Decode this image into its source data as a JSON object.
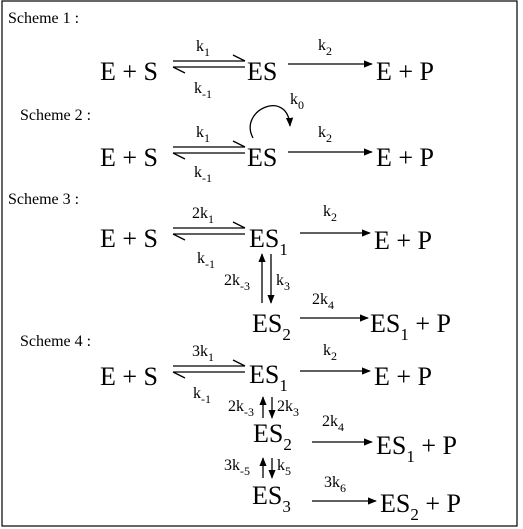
{
  "schemes": [
    {
      "label": "Scheme 1 :",
      "lhs": "E + S",
      "intermediate": "ES",
      "product": "E + P",
      "k_fwd": "k",
      "k_fwd_sub": "1",
      "k_rev": "k",
      "k_rev_sub": "-1",
      "k_cat": "k",
      "k_cat_sub": "2"
    },
    {
      "label": "Scheme 2 :",
      "lhs": "E + S",
      "intermediate": "ES",
      "product": "E + P",
      "k_fwd": "k",
      "k_fwd_sub": "1",
      "k_rev": "k",
      "k_rev_sub": "-1",
      "k_cat": "k",
      "k_cat_sub": "2",
      "k_loop": "k",
      "k_loop_sub": "0"
    },
    {
      "label": "Scheme 3 :",
      "lhs": "E + S",
      "es1": "ES",
      "es1_sub": "1",
      "product": "E + P",
      "k_fwd": "2k",
      "k_fwd_sub": "1",
      "k_rev": "k",
      "k_rev_sub": "-1",
      "k_cat": "k",
      "k_cat_sub": "2",
      "k_down": "k",
      "k_down_sub": "3",
      "k_up": "2k",
      "k_up_sub": "-3",
      "es2": "ES",
      "es2_sub": "2",
      "es2_product_main": "ES",
      "es2_product_sub": "1",
      "es2_product_tail": " + P",
      "k_es2": "2k",
      "k_es2_sub": "4"
    },
    {
      "label": "Scheme 4 :",
      "lhs": "E + S",
      "es1": "ES",
      "es1_sub": "1",
      "product": "E + P",
      "k_fwd": "3k",
      "k_fwd_sub": "1",
      "k_rev": "k",
      "k_rev_sub": "-1",
      "k_cat": "k",
      "k_cat_sub": "2",
      "k_down12": "2k",
      "k_down12_sub": "3",
      "k_up12": "2k",
      "k_up12_sub": "-3",
      "es2": "ES",
      "es2_sub": "2",
      "es2_product_main": "ES",
      "es2_product_sub": "1",
      "es2_product_tail": " + P",
      "k_es2": "2k",
      "k_es2_sub": "4",
      "k_down23": "k",
      "k_down23_sub": "5",
      "k_up23": "3k",
      "k_up23_sub": "-5",
      "es3": "ES",
      "es3_sub": "3",
      "es3_product_main": "ES",
      "es3_product_sub": "2",
      "es3_product_tail": " + P",
      "k_es3": "3k",
      "k_es3_sub": "6"
    }
  ]
}
